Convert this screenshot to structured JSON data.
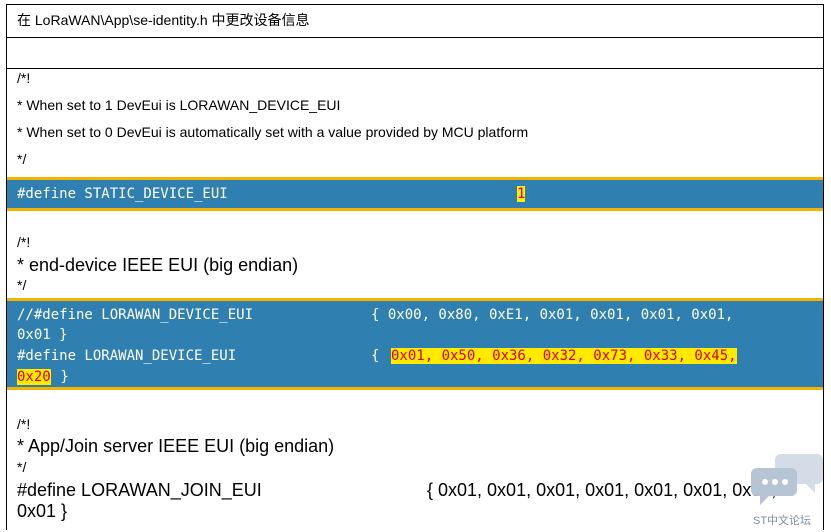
{
  "header": {
    "title": "在 LoRaWAN\\App\\se-identity.h 中更改设备信息"
  },
  "block1": {
    "comment": [
      "/*!",
      " * When set to 1 DevEui is LORAWAN_DEVICE_EUI",
      " * When set to 0 DevEui is automatically set with a value provided by MCU platform",
      " */"
    ],
    "define_text": "#define STATIC_DEVICE_EUI",
    "define_value": "1"
  },
  "block2": {
    "comment": [
      "/*!",
      " * end-device IEEE EUI (big endian)",
      " */"
    ],
    "line1_name": "//#define LORAWAN_DEVICE_EUI",
    "line1_value": "{ 0x00, 0x80, 0xE1, 0x01, 0x01, 0x01, 0x01,",
    "line1_cont": "0x01 }",
    "line2_name": "#define LORAWAN_DEVICE_EUI",
    "line2_open": "{",
    "line2_value": "0x01, 0x50, 0x36, 0x32, 0x73, 0x33, 0x45,",
    "line2_cont_hl": "0x20",
    "line2_close": " }"
  },
  "block3": {
    "comment": [
      "/*!",
      " * App/Join server IEEE EUI (big endian)",
      " */"
    ],
    "define_name": "#define LORAWAN_JOIN_EUI",
    "define_value": "{ 0x01, 0x01, 0x01, 0x01, 0x01, 0x01, 0x01,",
    "define_cont": "0x01 }"
  },
  "watermark": {
    "text": "ST中文论坛",
    "icon": "chat-bubbles-icon",
    "color": "#c8d3df"
  },
  "colors": {
    "band": "#2f7fb1",
    "band_border": "#f2b400",
    "highlight": "#ffea00",
    "highlight_text": "#d60000"
  }
}
